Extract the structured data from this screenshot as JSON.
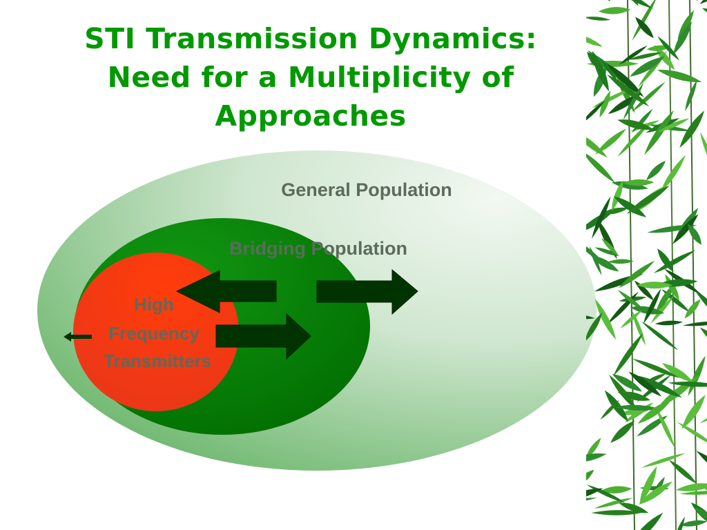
{
  "slide": {
    "title_lines": [
      "STI Transmission Dynamics:",
      "Need for a Multiplicity of",
      "Approaches"
    ],
    "title_color": "#009900"
  },
  "diagram": {
    "general_population_label": "General Population",
    "bridging_population_label": "Bridging Population",
    "high_frequency_label_lines": [
      "High",
      "Frequency",
      "Transmitters"
    ],
    "colors": {
      "general_population_fill": "#8fca8f",
      "bridging_population_fill": "#0a8a0a",
      "high_frequency_fill": "#f04010",
      "arrow_fill": "#003300",
      "label_color": "#5c6b5c"
    },
    "arrows": [
      {
        "name": "arrow-bridging-to-high-frequency",
        "direction": "left"
      },
      {
        "name": "arrow-bridging-to-general",
        "direction": "right"
      },
      {
        "name": "arrow-high-frequency-to-bridging",
        "direction": "right"
      },
      {
        "name": "arrow-high-frequency-outward",
        "direction": "left"
      }
    ]
  },
  "decoration": {
    "right_border": "bamboo-leaves"
  }
}
